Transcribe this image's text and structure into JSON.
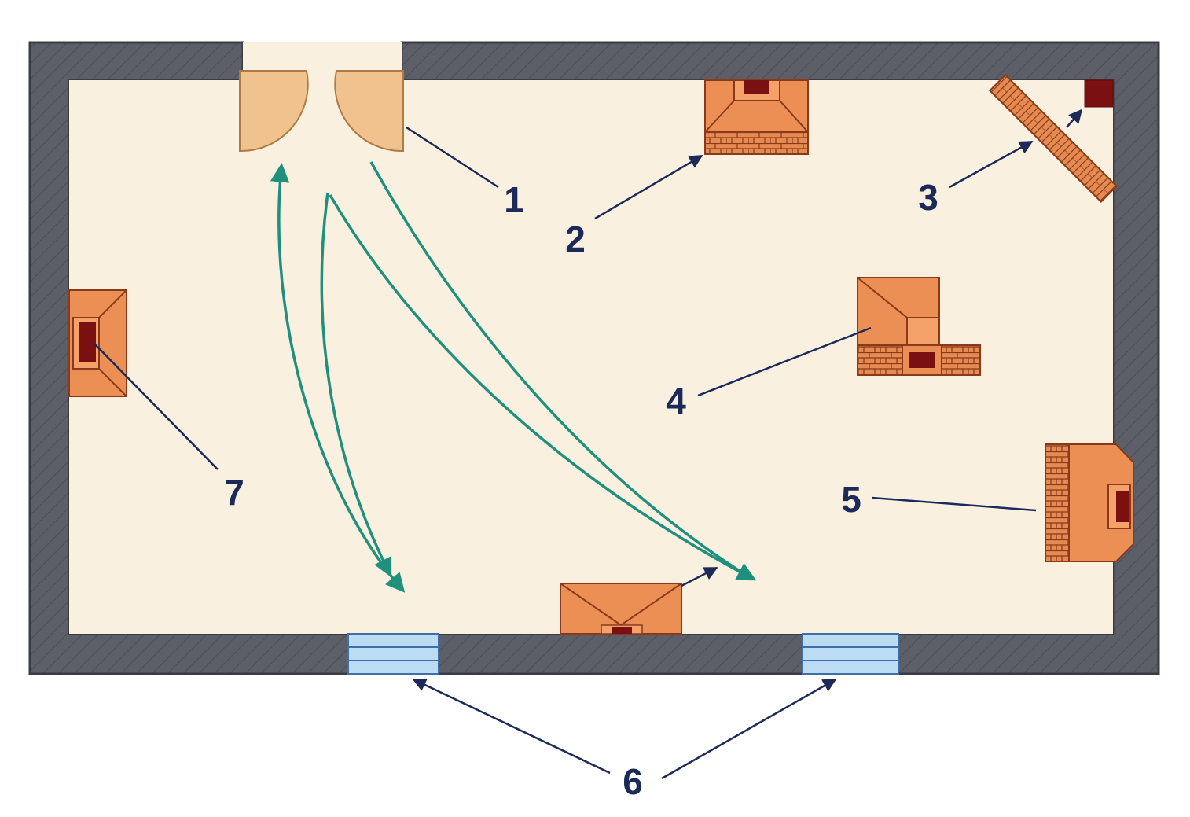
{
  "colors": {
    "background": "#ffffff",
    "wall": "#5c5e68",
    "wall_hatch": "#4a4c56",
    "wall_outline": "#3a3c44",
    "floor": "#faf0e0",
    "door_leaf": "#f0c38e",
    "stove": "#ec8f55",
    "stove_light": "#f4a26a",
    "brick": "#e58a50",
    "outline": "#8a3a1a",
    "firebox": "#7a1010",
    "window_glass": "#bcdcf4",
    "window_frame": "#3f6fa8",
    "airflow_arrow": "#1f8f7e",
    "leader_line": "#1c2a5a",
    "label_text": "#1c2a5a"
  },
  "labels": {
    "n1": "1",
    "n2": "2",
    "n3": "3",
    "n4": "4",
    "n5": "5",
    "n6": "6",
    "n7": "7"
  }
}
